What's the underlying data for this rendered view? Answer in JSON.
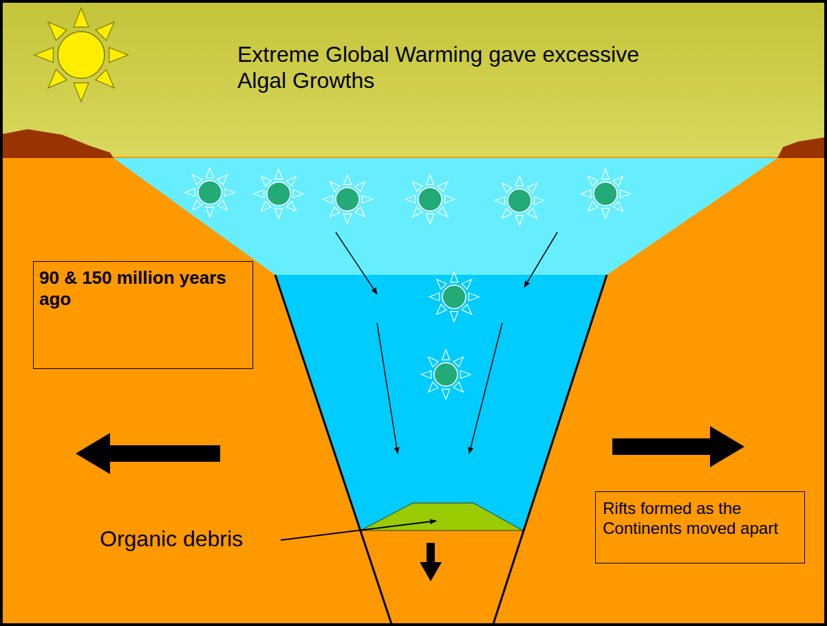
{
  "diagram": {
    "title": "Extreme Global Warming gave excessive Algal Growths",
    "nodes": [
      {
        "text": [
          "90 & 150 million years ago"
        ]
      },
      {
        "text": [
          "Rifts formed as the Continents moved apart"
        ]
      }
    ],
    "labels": [
      "Organic debris"
    ]
  }
}
